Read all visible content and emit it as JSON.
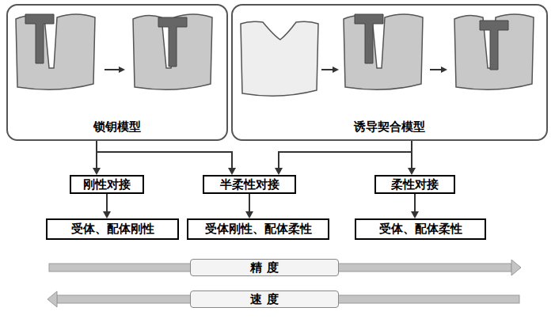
{
  "diagram": {
    "nodes": [
      {
        "text": [
          "锁钥模型"
        ]
      },
      {
        "text": [
          "诱导契合模型"
        ]
      },
      {
        "text": [
          "刚性对接"
        ]
      },
      {
        "text": [
          "半柔性对接"
        ]
      },
      {
        "text": [
          "柔性对接"
        ]
      },
      {
        "text": [
          "受体、配体刚性"
        ]
      },
      {
        "text": [
          "受体刚性、配体柔性"
        ]
      },
      {
        "text": [
          "受体、配体柔性"
        ]
      },
      {
        "text": [
          "精 度"
        ]
      },
      {
        "text": [
          "速 度"
        ]
      }
    ],
    "edges": [
      {
        "from": 0,
        "to": 2,
        "arrow": "to"
      },
      {
        "from": 0,
        "to": 3,
        "arrow": "to"
      },
      {
        "from": 1,
        "to": 3,
        "arrow": "to"
      },
      {
        "from": 1,
        "to": 4,
        "arrow": "to"
      },
      {
        "from": 2,
        "to": 5,
        "arrow": "to"
      },
      {
        "from": 3,
        "to": 6,
        "arrow": "to"
      },
      {
        "from": 4,
        "to": 7,
        "arrow": "to"
      }
    ]
  }
}
